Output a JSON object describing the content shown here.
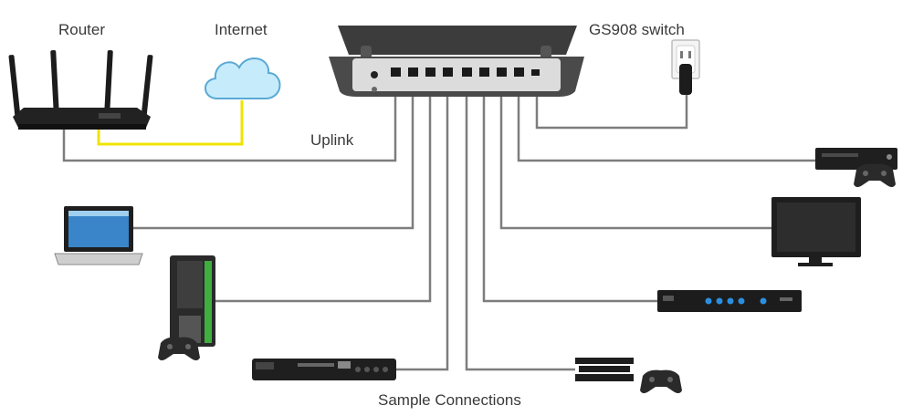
{
  "labels": {
    "router": "Router",
    "internet": "Internet",
    "switch": "GS908 switch",
    "uplink": "Uplink",
    "caption": "Sample Connections"
  },
  "devices": [
    {
      "name": "router",
      "icon": "router-icon"
    },
    {
      "name": "internet",
      "icon": "cloud-icon"
    },
    {
      "name": "switch",
      "icon": "switch-icon"
    },
    {
      "name": "power",
      "icon": "power-outlet-icon"
    },
    {
      "name": "laptop",
      "icon": "laptop-icon"
    },
    {
      "name": "desktop-pc",
      "icon": "pc-tower-icon"
    },
    {
      "name": "blu-ray-player",
      "icon": "media-player-icon"
    },
    {
      "name": "game-console-1",
      "icon": "game-console-icon"
    },
    {
      "name": "tv",
      "icon": "tv-icon"
    },
    {
      "name": "media-receiver",
      "icon": "streaming-box-icon"
    },
    {
      "name": "game-console-2",
      "icon": "game-console-icon"
    }
  ],
  "colors": {
    "cable": "#7a7a7a",
    "internet_cable": "#f2e600",
    "cloud": "#bfe6f7",
    "device": "#1e1e1e",
    "switch_body": "#4a4a4a"
  }
}
